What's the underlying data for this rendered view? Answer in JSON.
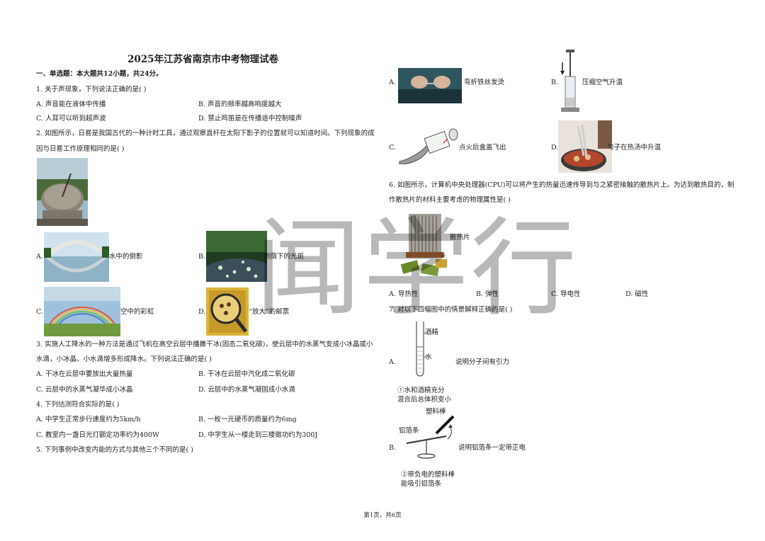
{
  "title": "2025年江苏省南京市中考物理试卷",
  "section1": "一、单选题：本大题共12小题，共24分。",
  "q1": {
    "stem": "1. 关于声现象，下列说法正确的是( )",
    "A": "A. 声音能在液体中传播",
    "B": "B. 声音的频率越高响度越大",
    "C": "C. 人耳可以听到超声波",
    "D": "D. 禁止鸣笛是在传播途中控制噪声"
  },
  "q2": {
    "stem1": "2. 如图所示，日晷是我国古代的一种计时工具，通过观察直杆在太阳下影子的位置就可以知道时间。下列现象的成",
    "stem2": "因与日晷工作原理相同的是( )",
    "A_letter": "A.",
    "A_text": "水中的倒影",
    "B_letter": "B.",
    "B_text": "树荫下的光斑",
    "C_letter": "C.",
    "C_text": "空中的彩虹",
    "D_letter": "D.",
    "D_text": "“放大”的邮票"
  },
  "q3": {
    "stem1": "3. 实施人工降水的一种方法是通过飞机在高空云层中播撒干冰(固态二氧化碳)，使云层中的水蒸气变成小冰晶或小",
    "stem2": "水滴，小冰晶、小水滴增多形成降水。下列说法正确的是( )",
    "A": "A. 干冰在云层中要放出大量热量",
    "B": "B. 干冰在云层中汽化成二氧化碳",
    "C": "C. 云层中的水蒸气凝华成小冰晶",
    "D": "D. 云层中的水蒸气凝固成小水滴"
  },
  "q4": {
    "stem": "4. 下列估测符合实际的是(    )",
    "A": "A. 中学生正常步行速度约为5km/h",
    "B": "B. 一枚一元硬币的质量约为6mg",
    "C": "C. 教室内一盏日光灯额定功率约为400W",
    "D": "D. 中学生从一楼走到三楼做功约为300J"
  },
  "q5": {
    "stem": "5. 下列事例中改变内能的方式与其他三个不同的是( )",
    "A_letter": "A.",
    "A_text": "弯折铁丝发烫",
    "B_letter": "B.",
    "B_text": "压缩空气升温",
    "C_letter": "C.",
    "C_text": "点火后盒盖飞出",
    "D_letter": "D.",
    "D_text": "勺子在热汤中升温"
  },
  "q6": {
    "stem1": "6. 如图所示，计算机中央处理器(CPU)可以将产生的热量迅速传导到与之紧密接触的散热片上。为达到散热目的，制",
    "stem2": "作散热片的材料主要考虑的物理属性是(    )",
    "fig_label": "散热片",
    "A": "A. 导热性",
    "B": "B. 弹性",
    "C": "C. 导电性",
    "D": "D. 磁性"
  },
  "q7": {
    "stem": "7. 对以下四幅图中的情景解释正确的是(    )",
    "A_letter": "A.",
    "A_label_alcohol": "酒精",
    "A_label_water": "水",
    "A_text": "说明分子间有引力",
    "A_cap1": "①水和酒精充分",
    "A_cap2": "混合后总体积变小",
    "B_letter": "B.",
    "B_label_rod": "塑料棒",
    "B_label_foil": "铝箔条",
    "B_text": "说明铝箔条一定带正电",
    "B_cap1": "②带负电的塑料棒",
    "B_cap2": "能吸引铝箔条"
  },
  "watermark": "闻学行",
  "footer": "第1页，共6页"
}
